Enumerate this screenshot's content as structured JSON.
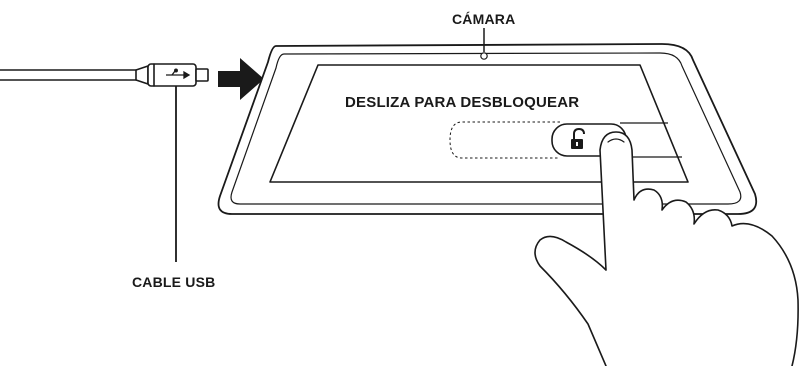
{
  "labels": {
    "camera": "CÁMARA",
    "unlock": "DESLIZA PARA DESBLOQUEAR",
    "usb_cable": "CABLE USB"
  },
  "icons": {
    "unlock": "unlocked-padlock-icon",
    "usb_symbol": "usb-trident-icon",
    "arrow": "insert-arrow-icon"
  },
  "colors": {
    "line": "#1a1a1a",
    "background": "#ffffff"
  }
}
